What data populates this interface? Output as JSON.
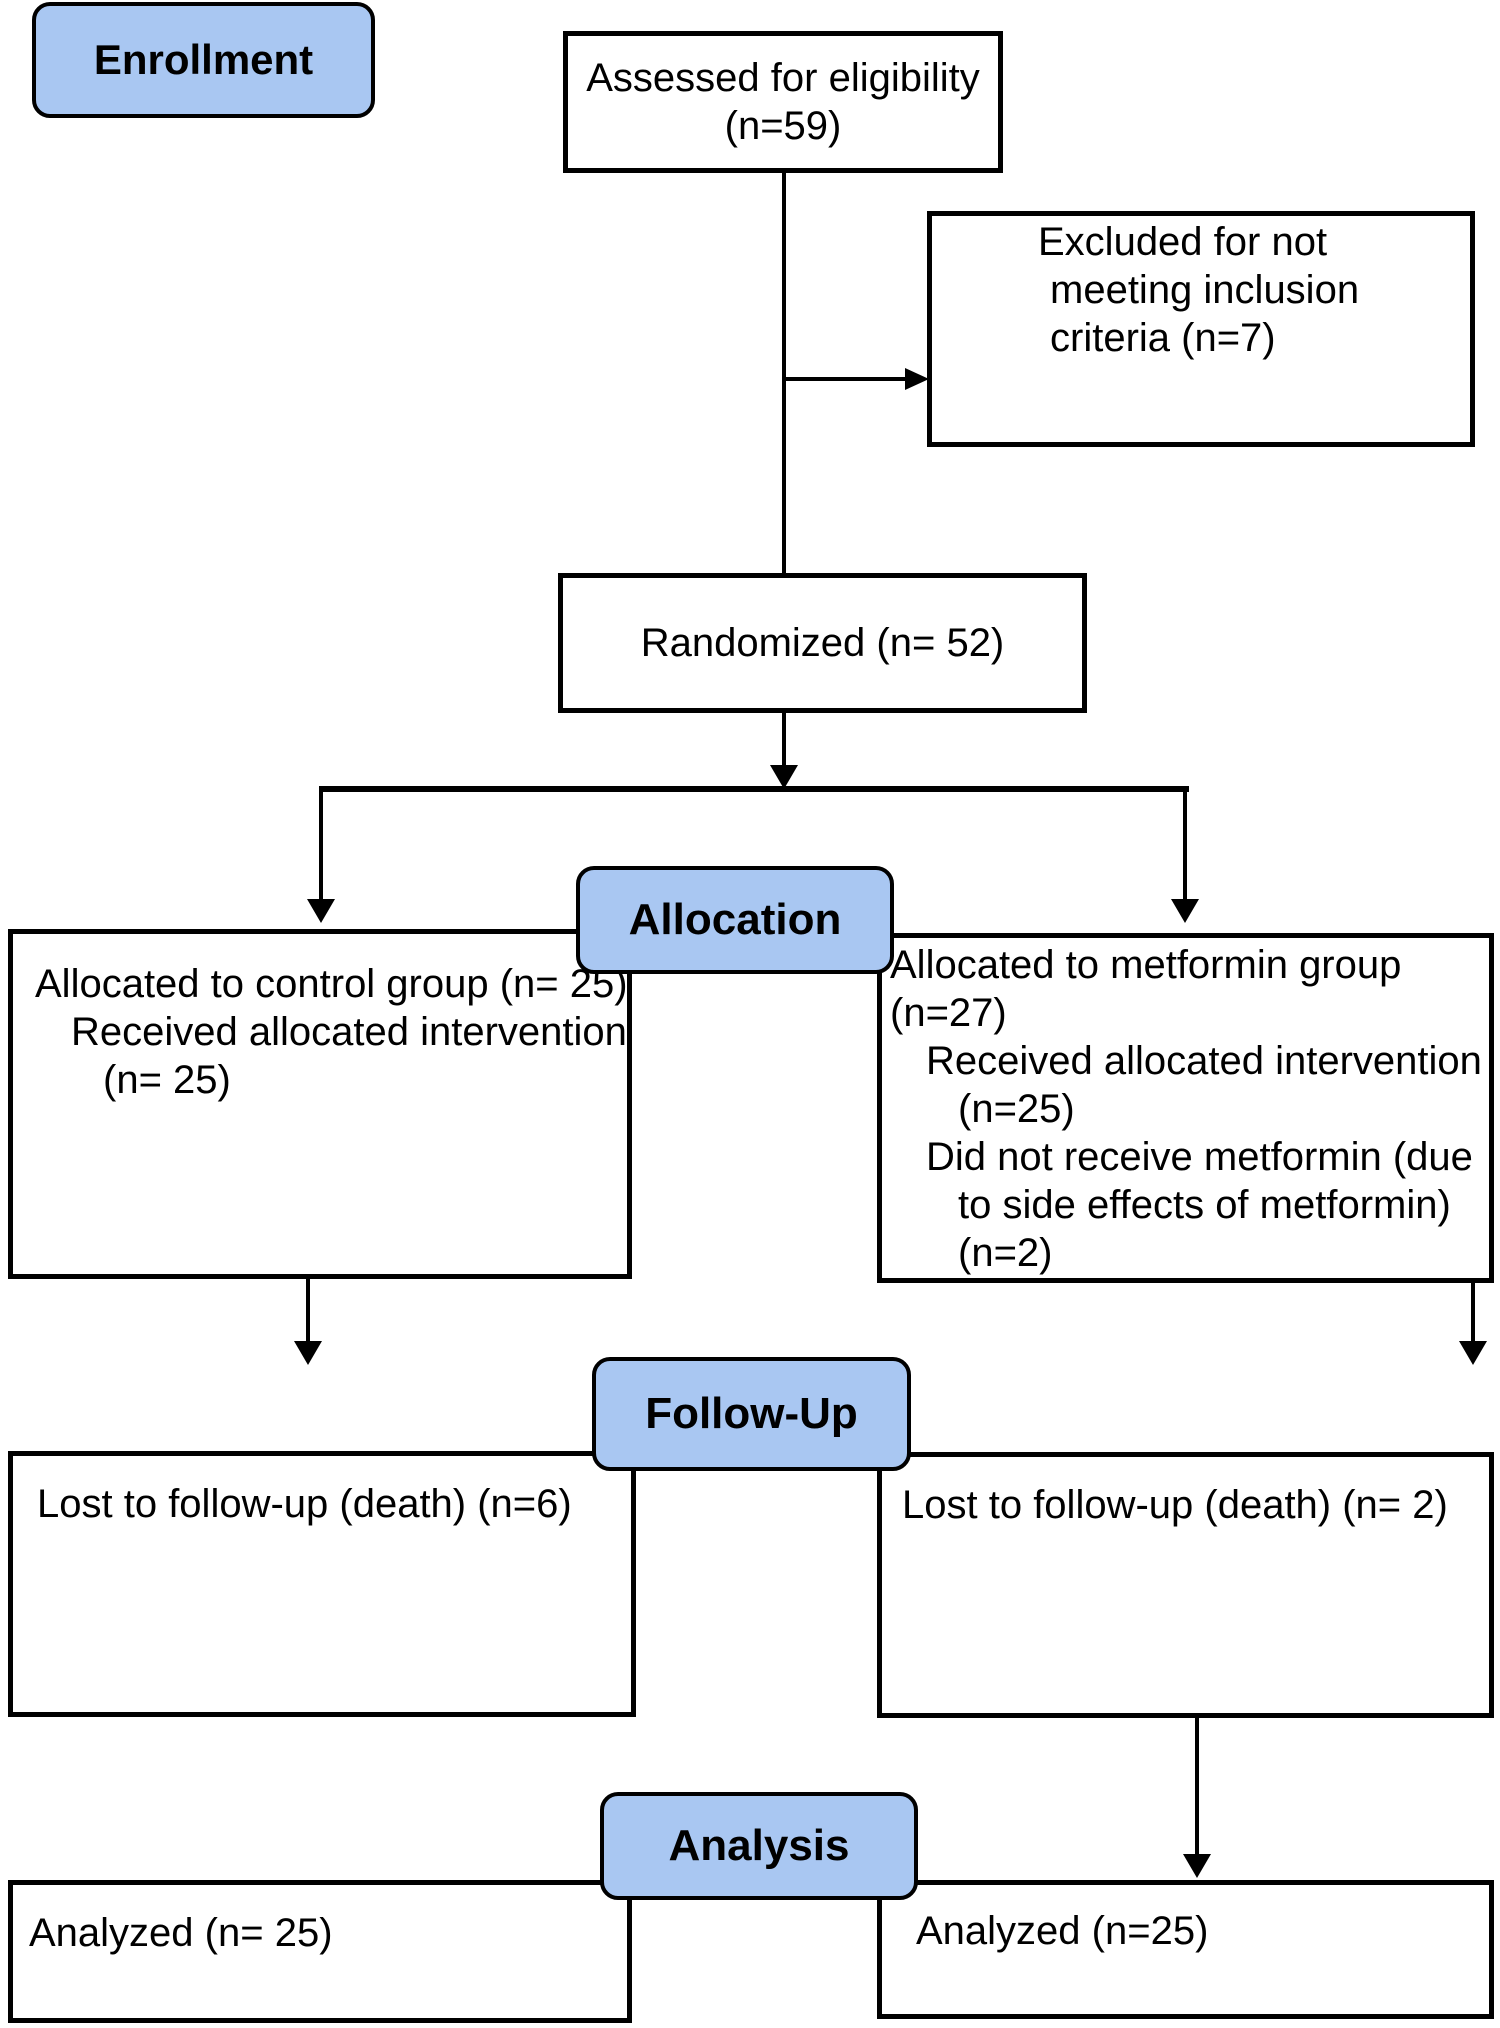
{
  "stages": {
    "enrollment": "Enrollment",
    "allocation": "Allocation",
    "followup": "Follow-Up",
    "analysis": "Analysis"
  },
  "boxes": {
    "assessed": {
      "lines": [
        "Assessed for eligibility",
        "(n=59)"
      ],
      "n": 59
    },
    "excluded": {
      "lines": [
        "Excluded for not",
        "meeting inclusion",
        "criteria (n=7)"
      ],
      "n": 7
    },
    "randomized": {
      "lines": [
        "Randomized (n= 52)"
      ],
      "n": 52
    },
    "alloc_control": {
      "lines": [
        "Allocated to control group (n= 25)",
        "Received allocated intervention",
        "(n= 25)"
      ],
      "n_allocated": 25,
      "n_received": 25
    },
    "alloc_metformin": {
      "lines": [
        "Allocated to metformin group",
        "(n=27)",
        "Received allocated intervention",
        "(n=25)",
        "Did not receive metformin (due",
        "to side effects of metformin)",
        "(n=2)"
      ],
      "n_allocated": 27,
      "n_received": 25,
      "n_not_received": 2
    },
    "followup_control": {
      "lines": [
        "Lost to follow-up (death) (n=6)"
      ],
      "n_lost": 6
    },
    "followup_metformin": {
      "lines": [
        "Lost to follow-up (death) (n= 2)"
      ],
      "n_lost": 2
    },
    "analysis_control": {
      "lines": [
        "Analyzed (n= 25)"
      ],
      "n_analyzed": 25
    },
    "analysis_metformin": {
      "lines": [
        "Analyzed (n=25)"
      ],
      "n_analyzed": 25
    }
  },
  "colors": {
    "stage_fill": "#a9c7f2",
    "stroke": "#000000",
    "box_fill": "#ffffff"
  }
}
